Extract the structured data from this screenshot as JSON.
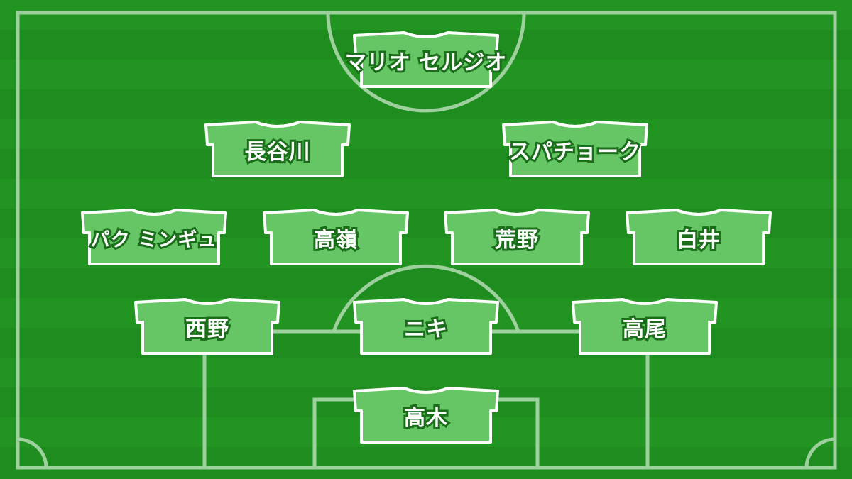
{
  "colors": {
    "pitch_light": "#2a9a2a",
    "pitch_dark": "#1e8c1e",
    "lines": "#8fc98f",
    "jersey_fill": "#66c666",
    "jersey_outline": "#ffffff",
    "name_outline": "#1a6e1a"
  },
  "formation": {
    "players": [
      {
        "id": "fw1",
        "name": "マリオ セルジオ"
      },
      {
        "id": "am1",
        "name": "長谷川"
      },
      {
        "id": "am2",
        "name": "スパチョーク"
      },
      {
        "id": "mf1",
        "name": "パク ミンギュ"
      },
      {
        "id": "mf2",
        "name": "高嶺"
      },
      {
        "id": "mf3",
        "name": "荒野"
      },
      {
        "id": "mf4",
        "name": "白井"
      },
      {
        "id": "df1",
        "name": "西野"
      },
      {
        "id": "df2",
        "name": "ニキ"
      },
      {
        "id": "df3",
        "name": "高尾"
      },
      {
        "id": "gk",
        "name": "高木"
      }
    ]
  }
}
